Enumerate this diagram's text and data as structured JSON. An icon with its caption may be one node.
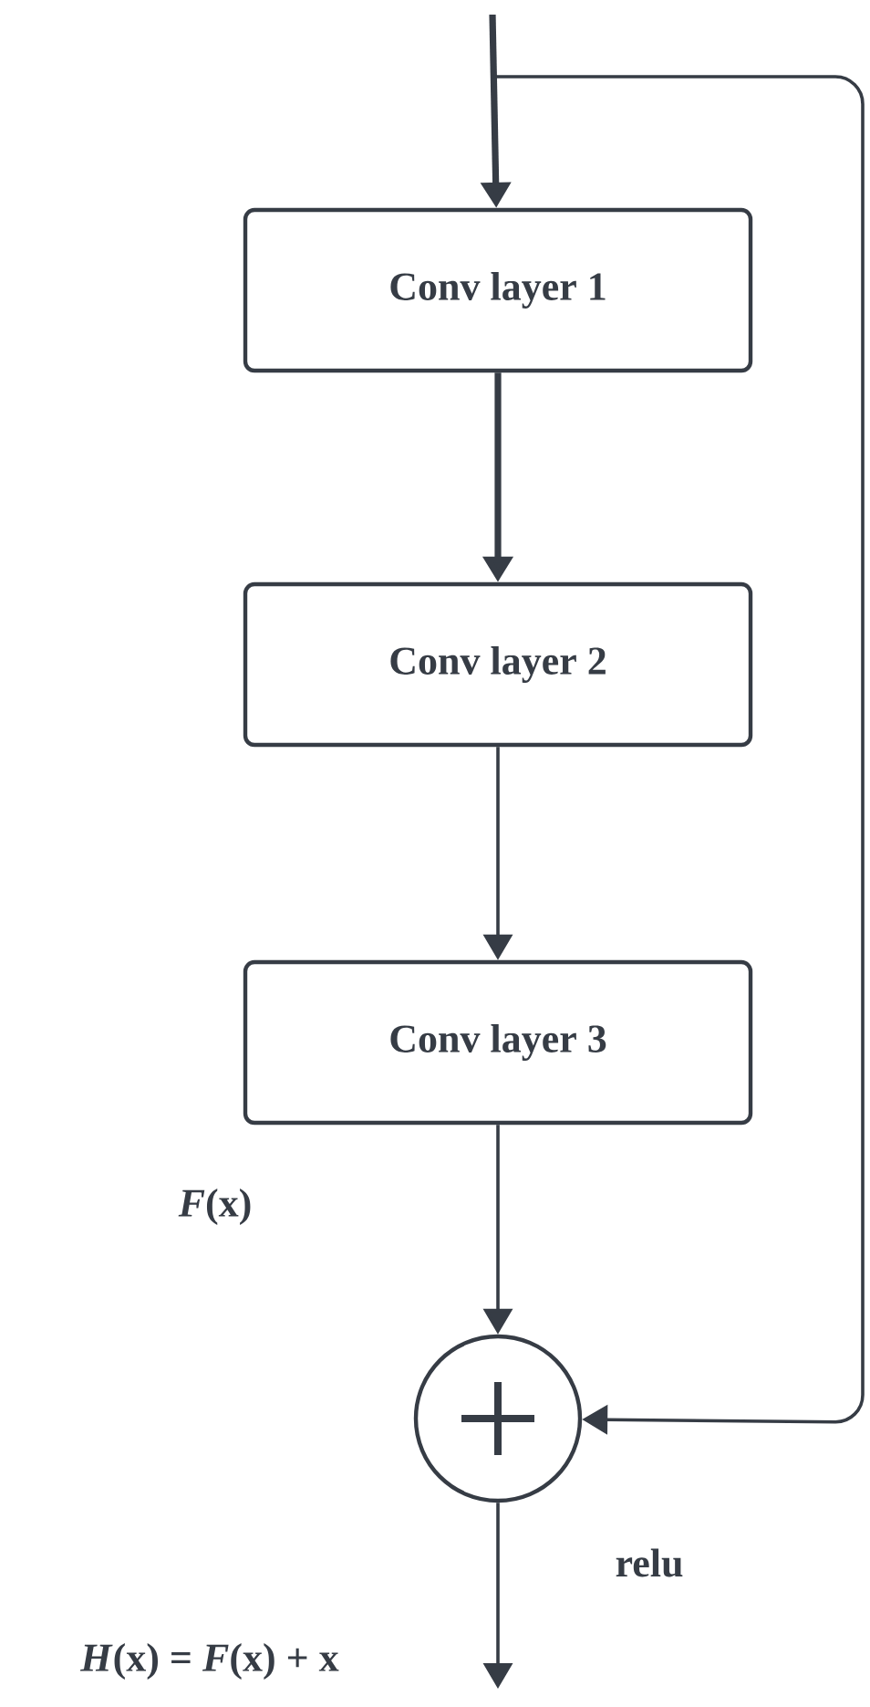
{
  "diagram": {
    "nodes": [
      {
        "text": [
          "Conv layer 1"
        ]
      },
      {
        "text": [
          "Conv layer 2"
        ]
      },
      {
        "text": [
          "Conv layer 3"
        ]
      },
      {
        "text": [],
        "shape": "circle"
      }
    ],
    "edges": [
      {
        "from": null,
        "to": 0,
        "arrow": "to",
        "style": "thick"
      },
      {
        "from": 0,
        "to": 1,
        "arrow": "to",
        "style": "thick"
      },
      {
        "from": 1,
        "to": 2,
        "arrow": "to"
      },
      {
        "from": 2,
        "to": 3,
        "arrow": "to"
      },
      {
        "from": null,
        "to": 3,
        "arrow": "to"
      },
      {
        "from": 3,
        "to": null,
        "arrow": "to"
      }
    ],
    "labels": [
      "*F*(x)",
      "relu",
      "*H*(x) = *F*(x) + x"
    ]
  }
}
